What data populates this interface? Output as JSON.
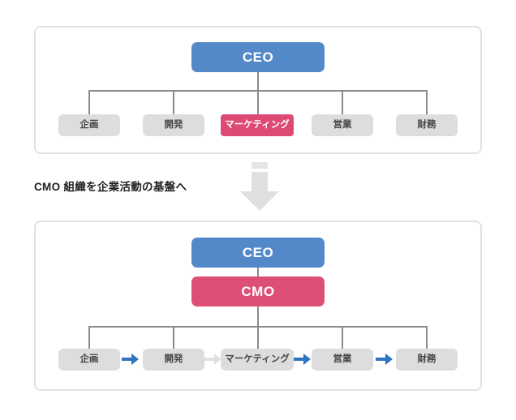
{
  "diagram": {
    "title_caption": "CMO 組織を企業活動の基盤へ",
    "colors": {
      "exec_blue": "#5389c9",
      "exec_pink": "#de4f75",
      "dept_gray": "#dddddd",
      "accent_pink": "#dd4b74",
      "connector_gray": "#8a8a8a",
      "arrow_blue": "#2f74c0",
      "arrow_gray": "#dddddd",
      "panel_border": "#e2e2e2",
      "big_arrow_gray": "#e0e0e0"
    }
  },
  "panel_before": {
    "name": "current-organization",
    "root": {
      "label": "CEO",
      "style": "blue"
    },
    "departments": [
      {
        "label": "企画",
        "style": "gray"
      },
      {
        "label": "開発",
        "style": "gray"
      },
      {
        "label": "マーケティング",
        "style": "accent"
      },
      {
        "label": "営業",
        "style": "gray"
      },
      {
        "label": "財務",
        "style": "gray"
      }
    ]
  },
  "transition": {
    "caption": "CMO 組織を企業活動の基盤へ",
    "arrow": "down-arrow"
  },
  "panel_after": {
    "name": "proposed-organization",
    "root": {
      "label": "CEO",
      "style": "blue"
    },
    "second": {
      "label": "CMO",
      "style": "pink"
    },
    "departments": [
      {
        "label": "企画",
        "style": "gray"
      },
      {
        "label": "開発",
        "style": "gray"
      },
      {
        "label": "マーケティング",
        "style": "gray"
      },
      {
        "label": "営業",
        "style": "gray"
      },
      {
        "label": "財務",
        "style": "gray"
      }
    ],
    "flow_arrows": [
      {
        "from": "企画",
        "to": "開発",
        "color": "blue"
      },
      {
        "from": "開発",
        "to": "マーケティング",
        "color": "gray"
      },
      {
        "from": "マーケティング",
        "to": "営業",
        "color": "blue"
      },
      {
        "from": "営業",
        "to": "財務",
        "color": "blue"
      }
    ]
  }
}
